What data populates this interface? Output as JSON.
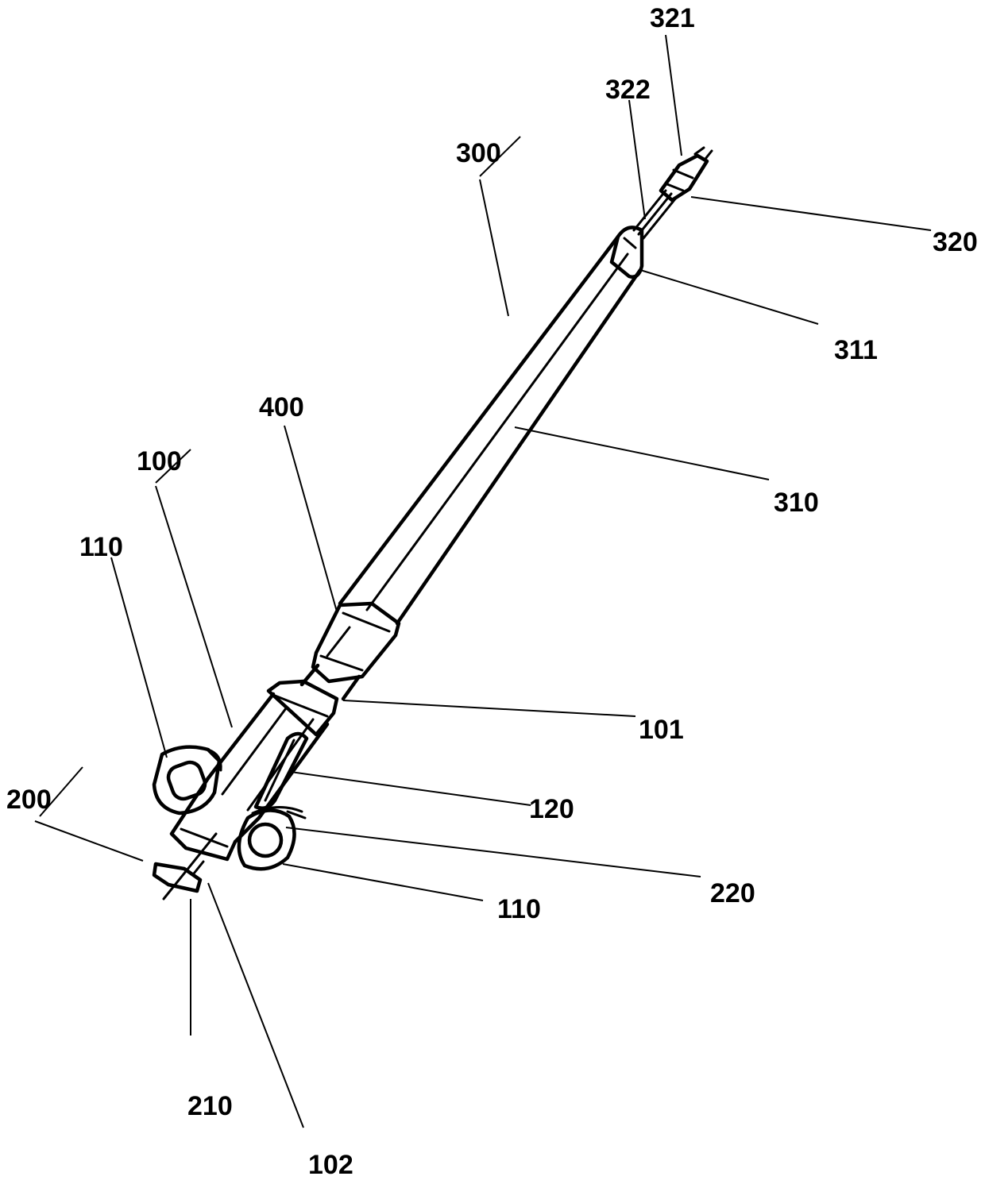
{
  "figure": {
    "labels": {
      "l321": "321",
      "l322": "322",
      "l300": "300",
      "l320": "320",
      "l311": "311",
      "l400": "400",
      "l100": "100",
      "l310": "310",
      "l110a": "110",
      "l101": "101",
      "l120": "120",
      "l200": "200",
      "l220": "220",
      "l110b": "110",
      "l210": "210",
      "l102": "102"
    }
  }
}
